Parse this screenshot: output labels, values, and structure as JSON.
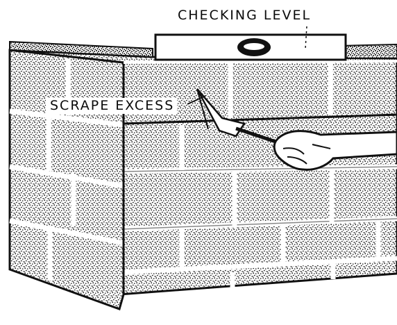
{
  "labels": {
    "checking_level": "CHECKING LEVEL",
    "scrape_excess": "SCRAPE EXCESS"
  },
  "colors": {
    "ink": "#111111",
    "stipple_face": "#7a7a7a",
    "paper": "#ffffff"
  },
  "icons": {
    "level_tool": "spirit-level",
    "trowel_tool": "trowel",
    "hand": "hand"
  }
}
